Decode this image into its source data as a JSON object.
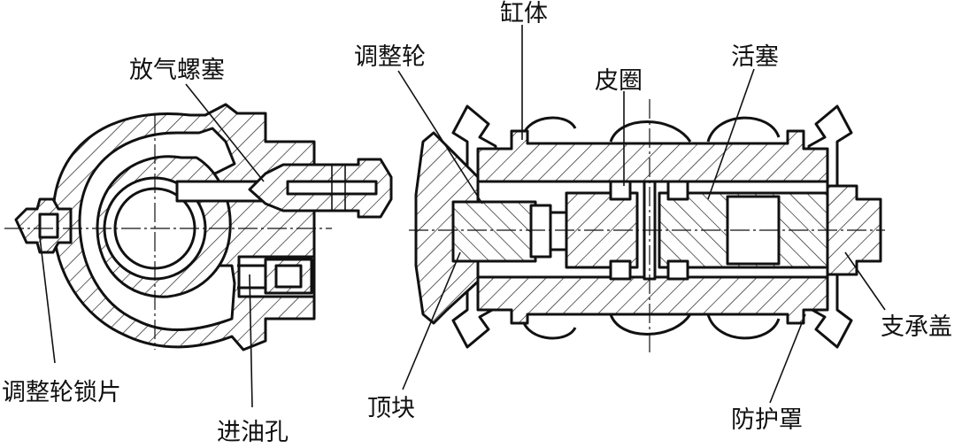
{
  "labels": {
    "bleeder_plug": "放气螺塞",
    "adjuster_wheel": "调整轮",
    "cylinder_body": "缸体",
    "cup_seal": "皮圈",
    "piston": "活塞",
    "support_cap": "支承盖",
    "adjuster_lock": "调整轮锁片",
    "oil_inlet": "进油孔",
    "push_block": "顶块",
    "dust_boot": "防护罩"
  }
}
